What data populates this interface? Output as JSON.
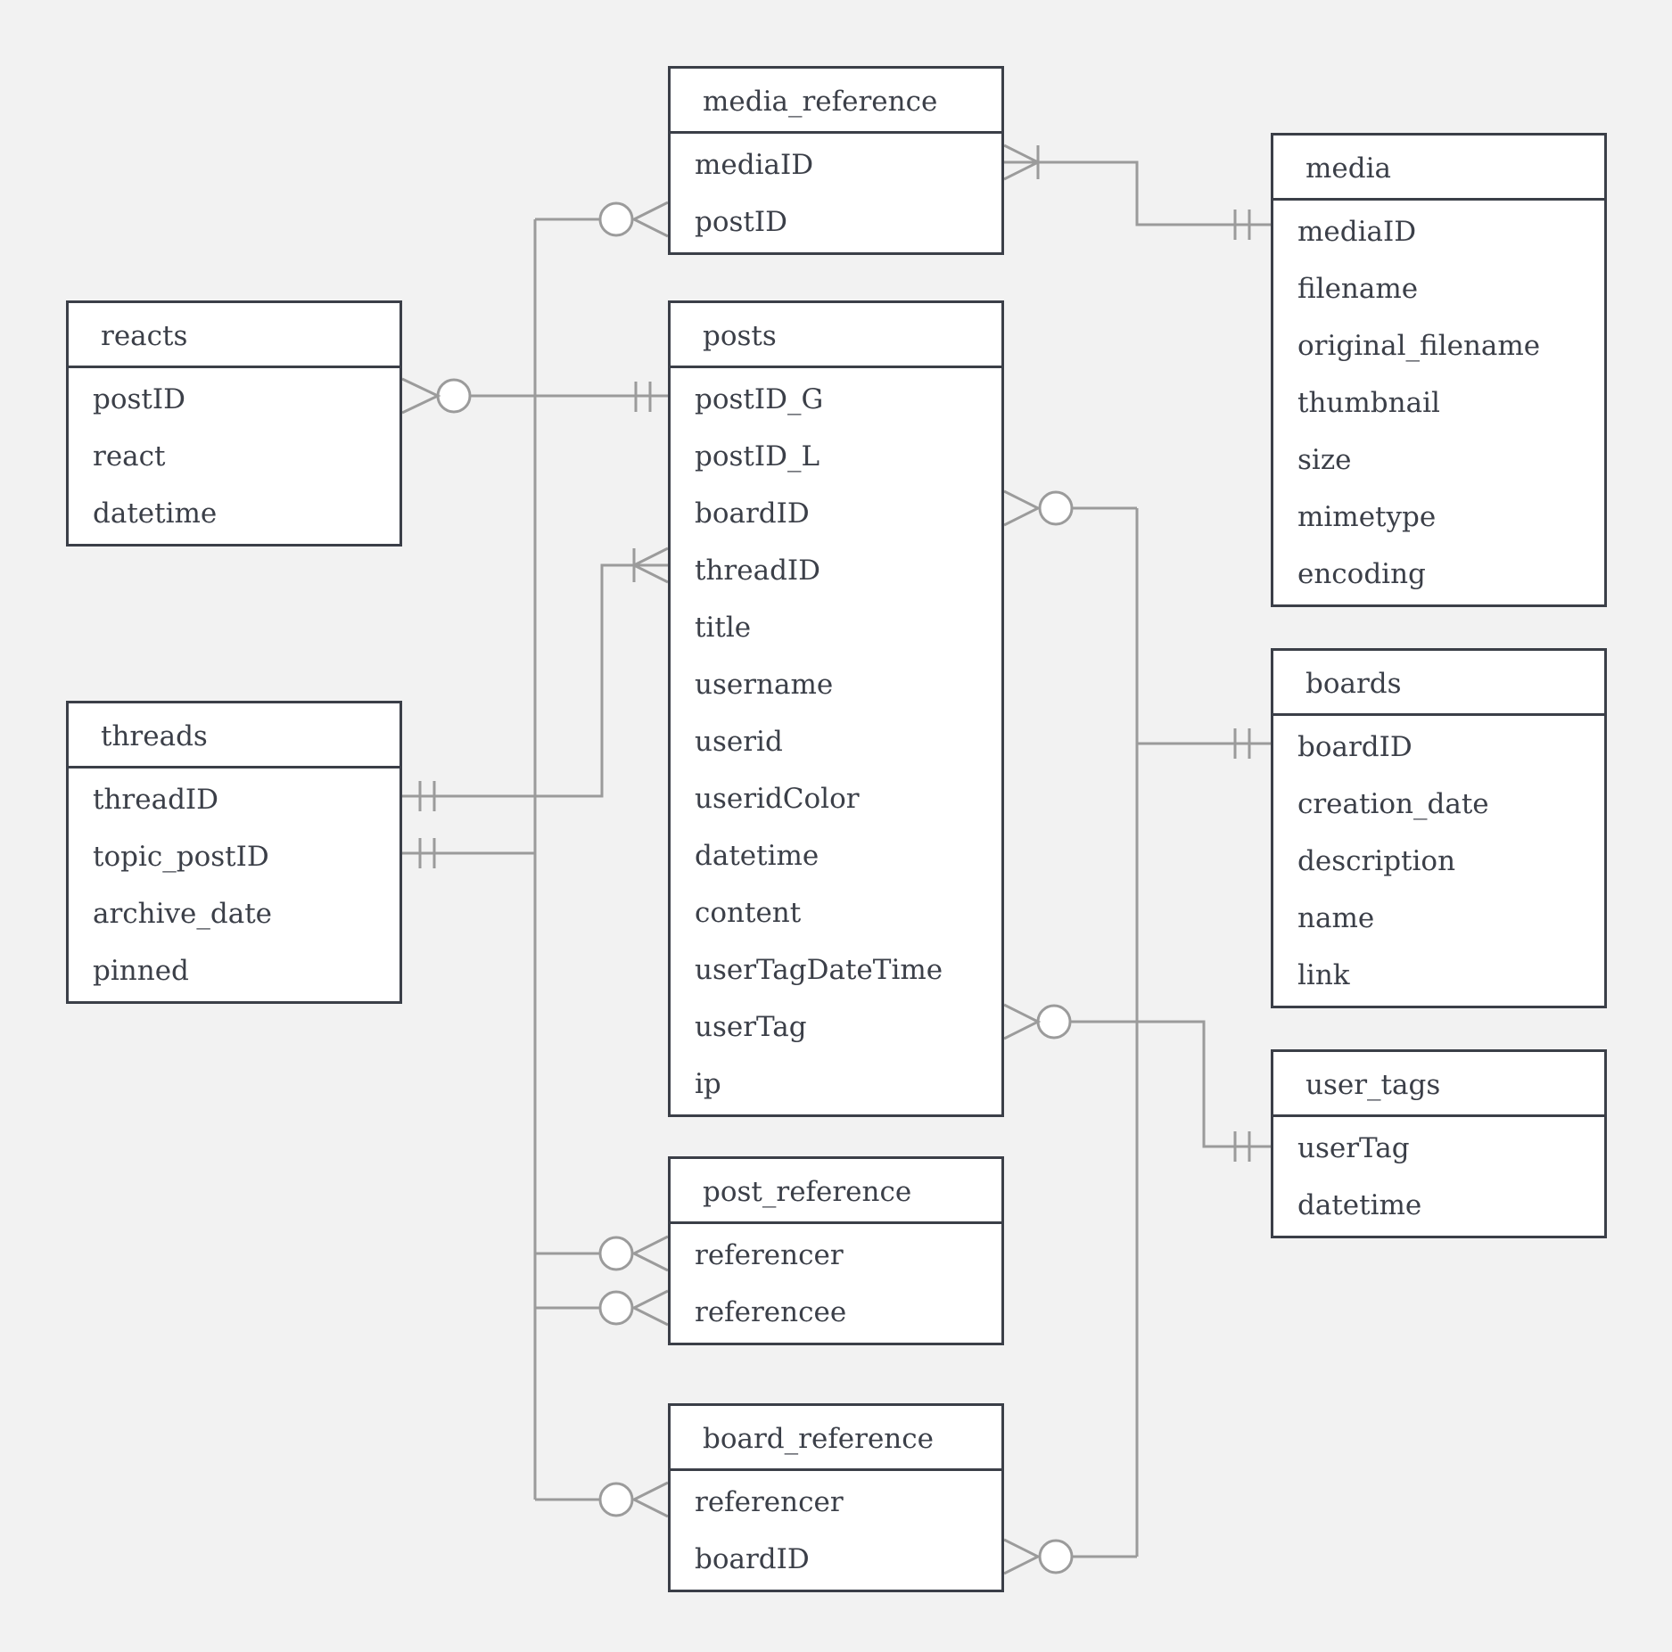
{
  "diagram": {
    "entities": [
      {
        "id": "media_reference",
        "title": "media_reference",
        "fields": [
          "mediaID",
          "postID"
        ]
      },
      {
        "id": "media",
        "title": "media",
        "fields": [
          "mediaID",
          "filename",
          "original_filename",
          "thumbnail",
          "size",
          "mimetype",
          "encoding"
        ]
      },
      {
        "id": "reacts",
        "title": "reacts",
        "fields": [
          "postID",
          "react",
          "datetime"
        ]
      },
      {
        "id": "posts",
        "title": "posts",
        "fields": [
          "postID_G",
          "postID_L",
          "boardID",
          "threadID",
          "title",
          "username",
          "userid",
          "useridColor",
          "datetime",
          "content",
          "userTagDateTime",
          "userTag",
          "ip"
        ]
      },
      {
        "id": "threads",
        "title": "threads",
        "fields": [
          "threadID",
          "topic_postID",
          "archive_date",
          "pinned"
        ]
      },
      {
        "id": "boards",
        "title": "boards",
        "fields": [
          "boardID",
          "creation_date",
          "description",
          "name",
          "link"
        ]
      },
      {
        "id": "user_tags",
        "title": "user_tags",
        "fields": [
          "userTag",
          "datetime"
        ]
      },
      {
        "id": "post_reference",
        "title": "post_reference",
        "fields": [
          "referencer",
          "referencee"
        ]
      },
      {
        "id": "board_reference",
        "title": "board_reference",
        "fields": [
          "referencer",
          "boardID"
        ]
      }
    ],
    "relationships": [
      {
        "from": "media_reference.mediaID",
        "from_cardinality": "one-or-many",
        "to": "media.mediaID",
        "to_cardinality": "exactly-one"
      },
      {
        "from": "media_reference.postID",
        "from_cardinality": "zero-or-many",
        "to": "posts.postID_G",
        "to_cardinality": "exactly-one"
      },
      {
        "from": "reacts.postID",
        "from_cardinality": "zero-or-many",
        "to": "posts.postID_G",
        "to_cardinality": "exactly-one"
      },
      {
        "from": "posts.threadID",
        "from_cardinality": "one-or-many",
        "to": "threads.threadID",
        "to_cardinality": "exactly-one"
      },
      {
        "from": "threads.topic_postID",
        "from_cardinality": "exactly-one",
        "to": "posts.postID_G",
        "to_cardinality": "exactly-one"
      },
      {
        "from": "post_reference.referencer",
        "from_cardinality": "zero-or-many",
        "to": "posts.postID_G",
        "to_cardinality": "exactly-one"
      },
      {
        "from": "post_reference.referencee",
        "from_cardinality": "zero-or-many",
        "to": "posts.postID_G",
        "to_cardinality": "exactly-one"
      },
      {
        "from": "board_reference.referencer",
        "from_cardinality": "zero-or-many",
        "to": "posts.postID_G",
        "to_cardinality": "exactly-one"
      },
      {
        "from": "posts.boardID",
        "from_cardinality": "zero-or-many",
        "to": "boards.boardID",
        "to_cardinality": "exactly-one"
      },
      {
        "from": "board_reference.boardID",
        "from_cardinality": "zero-or-many",
        "to": "boards.boardID",
        "to_cardinality": "exactly-one"
      },
      {
        "from": "posts.userTag",
        "from_cardinality": "zero-or-many",
        "to": "user_tags.userTag",
        "to_cardinality": "exactly-one"
      }
    ],
    "colors": {
      "background": "#f2f2f2",
      "entity_fill": "#ffffff",
      "entity_border": "#3b3f48",
      "text": "#3b3f48",
      "connector": "#9b9b9b"
    }
  }
}
